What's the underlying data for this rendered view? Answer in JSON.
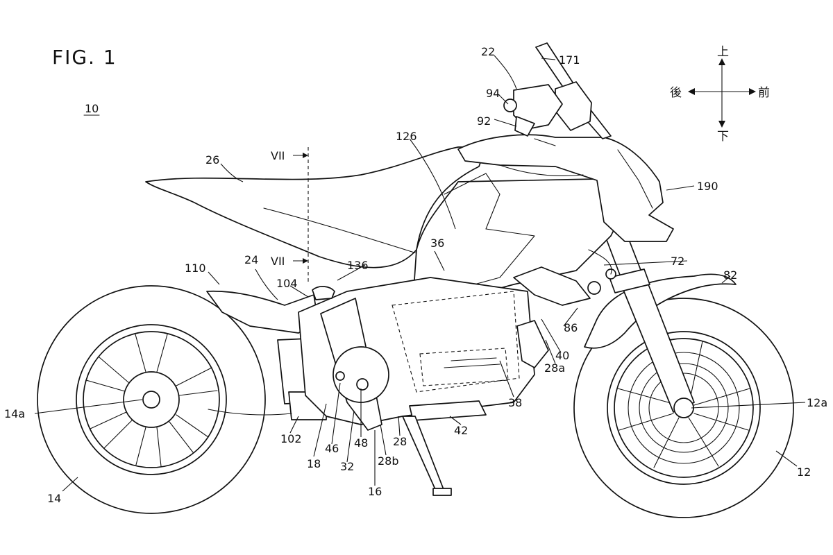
{
  "figure": {
    "title": "FIG. 1",
    "vehicle_ref": "10"
  },
  "direction_legend": {
    "up": "上",
    "down": "下",
    "rear": "後",
    "front": "前"
  },
  "section_markers": [
    "VII",
    "VII"
  ],
  "reference_labels": [
    "22",
    "171",
    "94",
    "92",
    "126",
    "26",
    "190",
    "36",
    "136",
    "72",
    "82",
    "110",
    "24",
    "104",
    "86",
    "40",
    "28a",
    "14a",
    "102",
    "18",
    "46",
    "48",
    "32",
    "16",
    "28b",
    "28",
    "42",
    "38",
    "12a",
    "12",
    "14"
  ]
}
